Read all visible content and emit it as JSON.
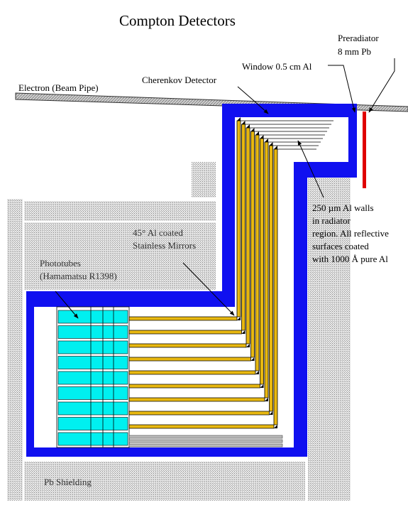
{
  "title": "Compton Detectors",
  "labels": {
    "beam_pipe": "Electron (Beam Pipe)",
    "cherenkov": "Cherenkov Detector",
    "window": "Window 0.5 cm Al",
    "preradiator_line1": "Preradiator",
    "preradiator_line2": "8 mm Pb",
    "walls_line1": "250 µm Al walls",
    "walls_line2": "in radiator",
    "walls_line3": "region. All reflective",
    "walls_line4": "surfaces coated",
    "walls_line5": "with 1000 Å pure Al",
    "mirrors_line1": "45° Al coated",
    "mirrors_line2": "Stainless Mirrors",
    "phototubes_line1": "Phototubes",
    "phototubes_line2": "(Hamamatsu R1398)",
    "shielding": "Pb Shielding"
  },
  "colors": {
    "housing": "#1010f0",
    "light_guide": "#e8b810",
    "phototube": "#00f0f0",
    "preradiator": "#e00000",
    "shielding": "#c8c8c8",
    "beam_pipe": "#9a9a9a"
  }
}
